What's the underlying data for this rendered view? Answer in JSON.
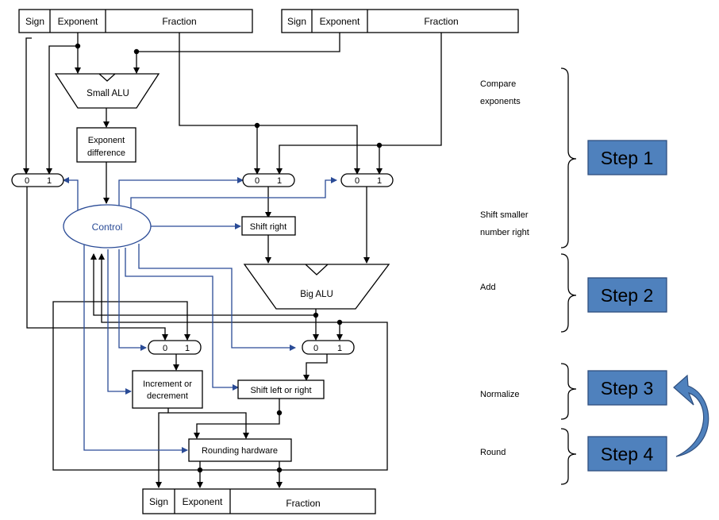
{
  "registers": {
    "left": {
      "sign": "Sign",
      "exponent": "Exponent",
      "fraction": "Fraction"
    },
    "right": {
      "sign": "Sign",
      "exponent": "Exponent",
      "fraction": "Fraction"
    },
    "result": {
      "sign": "Sign",
      "exponent": "Exponent",
      "fraction": "Fraction"
    }
  },
  "units": {
    "small_alu": "Small ALU",
    "exponent_difference": [
      "Exponent",
      "difference"
    ],
    "control": "Control",
    "shift_right": "Shift right",
    "big_alu": "Big ALU",
    "increment_decrement": [
      "Increment or",
      "decrement"
    ],
    "shift_left_right": "Shift left or right",
    "rounding_hardware": "Rounding hardware"
  },
  "mux_labels": {
    "zero": "0",
    "one": "1"
  },
  "stage_labels": {
    "compare": [
      "Compare",
      "exponents"
    ],
    "shift": [
      "Shift smaller",
      "number right"
    ],
    "add": "Add",
    "normalize": "Normalize",
    "round": "Round"
  },
  "steps": [
    "Step 1",
    "Step 2",
    "Step 3",
    "Step 4"
  ],
  "colors": {
    "control_blue": "#2a4b96",
    "step_fill": "#4f81bd",
    "step_border": "#2f4f7f",
    "arrow_fill": "#4f81bd"
  }
}
